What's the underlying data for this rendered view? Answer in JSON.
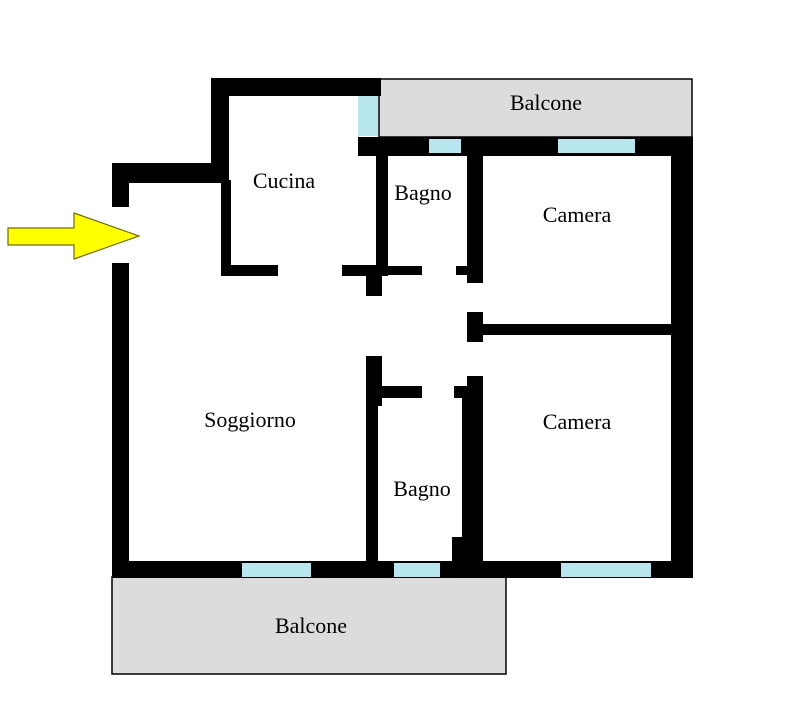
{
  "rooms": {
    "balcone_top": "Balcone",
    "cucina": "Cucina",
    "bagno_top": "Bagno",
    "camera_top": "Camera",
    "soggiorno": "Soggiorno",
    "camera_bottom": "Camera",
    "bagno_bottom": "Bagno",
    "balcone_bottom": "Balcone"
  },
  "colors": {
    "wall": "#000000",
    "balcony": "#dcdcdc",
    "window": "#b8e6ee",
    "entrance_arrow": "#ffff00"
  },
  "entrance": {
    "icon": "entrance-arrow-icon"
  }
}
